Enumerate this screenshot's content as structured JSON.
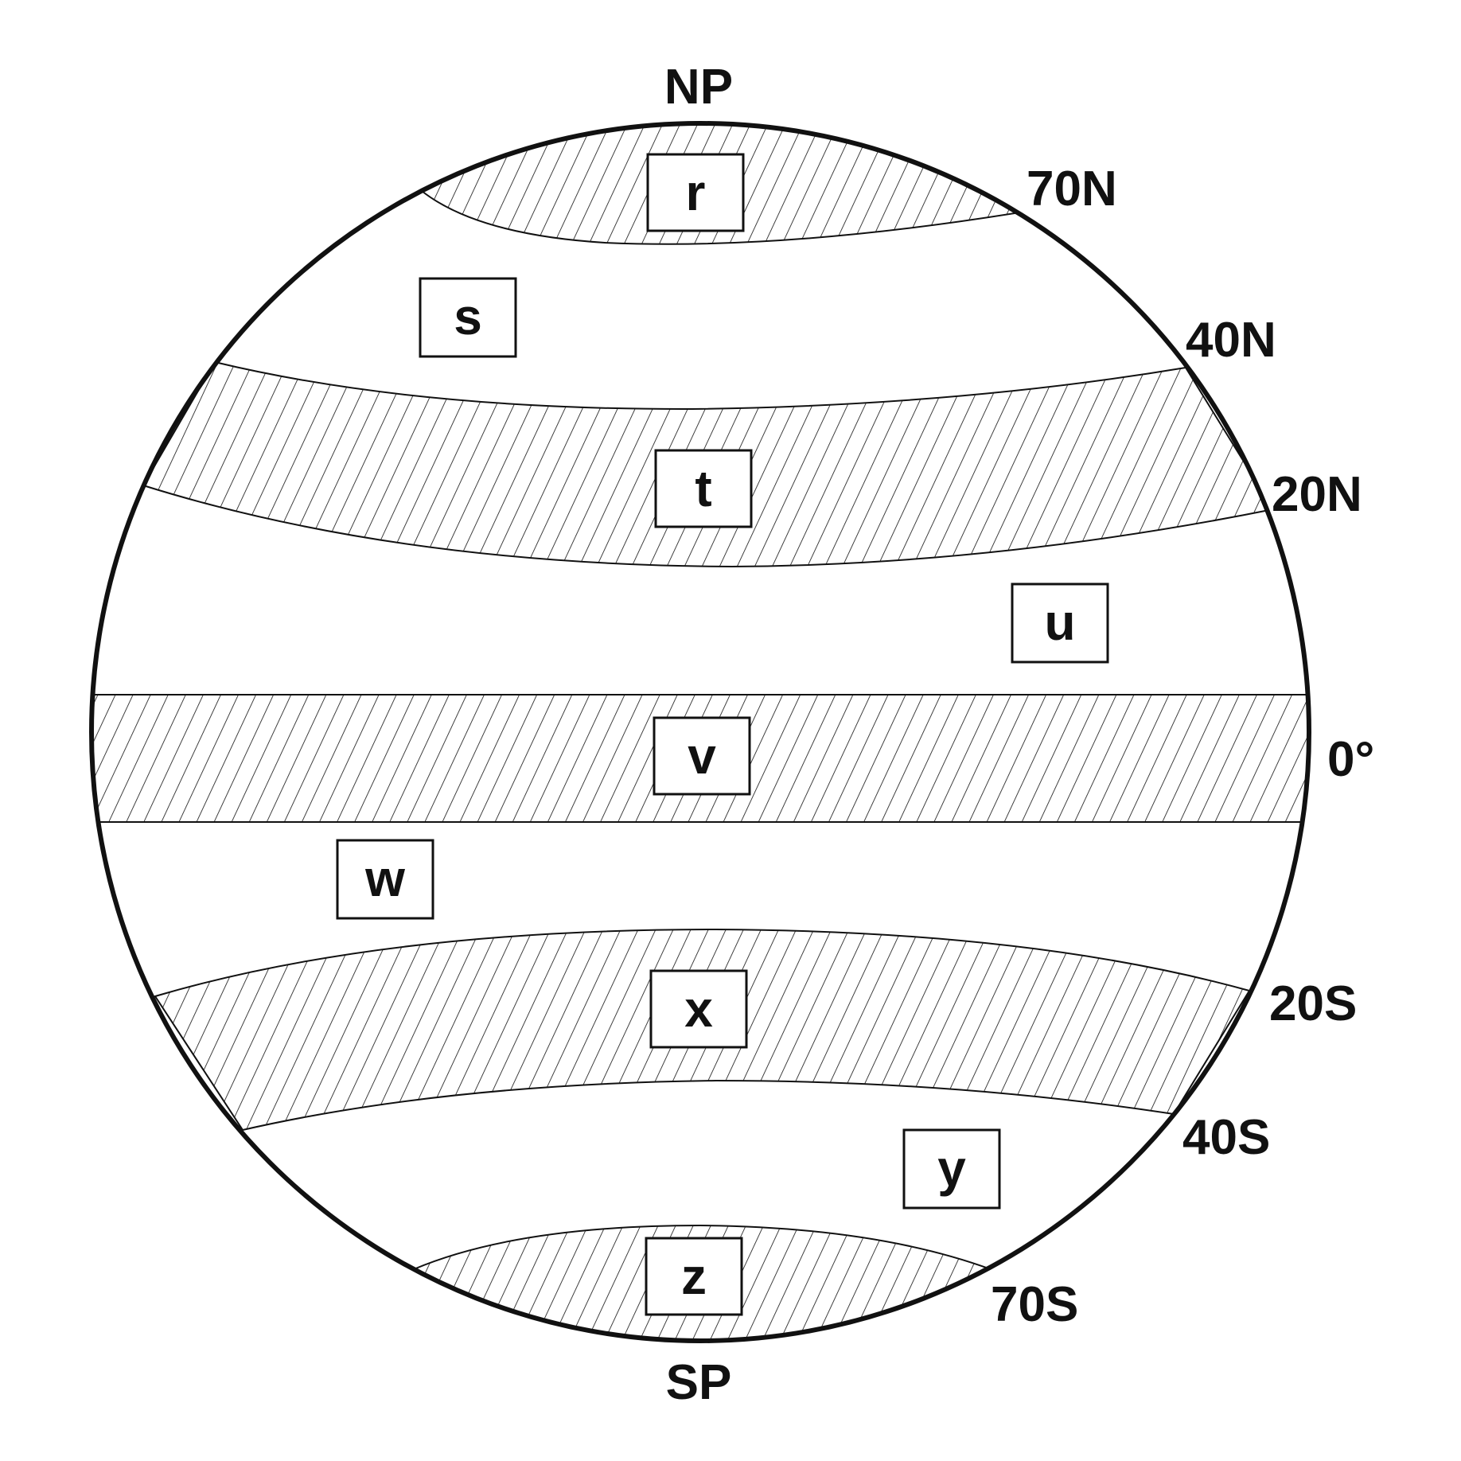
{
  "poles": {
    "north": "NP",
    "south": "SP"
  },
  "latitudes": {
    "n70": "70N",
    "n40": "40N",
    "n20": "20N",
    "equator": "0°",
    "s20": "20S",
    "s40": "40S",
    "s70": "70S"
  },
  "zones": {
    "r": "r",
    "s": "s",
    "t": "t",
    "u": "u",
    "v": "v",
    "w": "w",
    "x": "x",
    "y": "y",
    "z": "z"
  },
  "colors": {
    "line": "#111111",
    "background": "#ffffff"
  }
}
